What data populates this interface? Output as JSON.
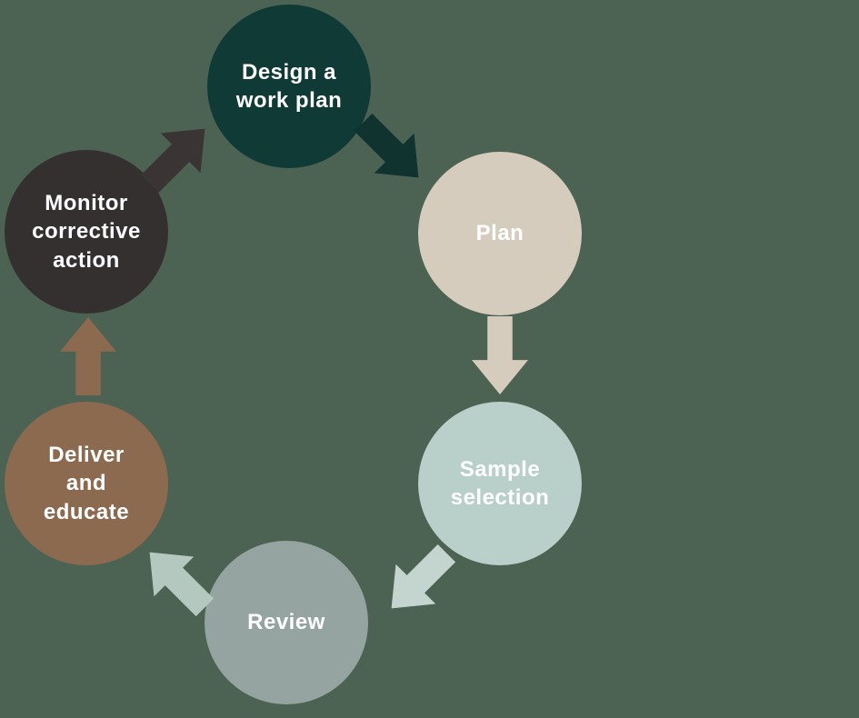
{
  "canvas": {
    "background": "#4c6253"
  },
  "diagram": {
    "type": "cycle",
    "direction": "clockwise",
    "nodes": [
      {
        "id": "design-work-plan",
        "label": "Design a\nwork plan",
        "color": "#0f3a36",
        "text_color": "#ffffff"
      },
      {
        "id": "plan",
        "label": "Plan",
        "color": "#d6ccbe",
        "text_color": "#ffffff"
      },
      {
        "id": "sample-selection",
        "label": "Sample\nselection",
        "color": "#b9cfca",
        "text_color": "#ffffff"
      },
      {
        "id": "review",
        "label": "Review",
        "color": "#95a4a1",
        "text_color": "#ffffff"
      },
      {
        "id": "deliver-educate",
        "label": "Deliver\nand\neducate",
        "color": "#8b6a50",
        "text_color": "#ffffff"
      },
      {
        "id": "monitor-corrective",
        "label": "Monitor\ncorrective\naction",
        "color": "#343030",
        "text_color": "#ffffff"
      }
    ],
    "arrows": [
      {
        "from": "design-work-plan",
        "to": "plan",
        "direction": "down-right",
        "color": "#11332f"
      },
      {
        "from": "plan",
        "to": "sample-selection",
        "direction": "down",
        "color": "#d6ccbe"
      },
      {
        "from": "sample-selection",
        "to": "review",
        "direction": "down-left",
        "color": "#c4d5cf"
      },
      {
        "from": "review",
        "to": "deliver-educate",
        "direction": "up-left",
        "color": "#b5c8c0"
      },
      {
        "from": "deliver-educate",
        "to": "monitor-corrective",
        "direction": "up",
        "color": "#8b6a50"
      },
      {
        "from": "monitor-corrective",
        "to": "design-work-plan",
        "direction": "up-right",
        "color": "#3a3534"
      }
    ]
  }
}
